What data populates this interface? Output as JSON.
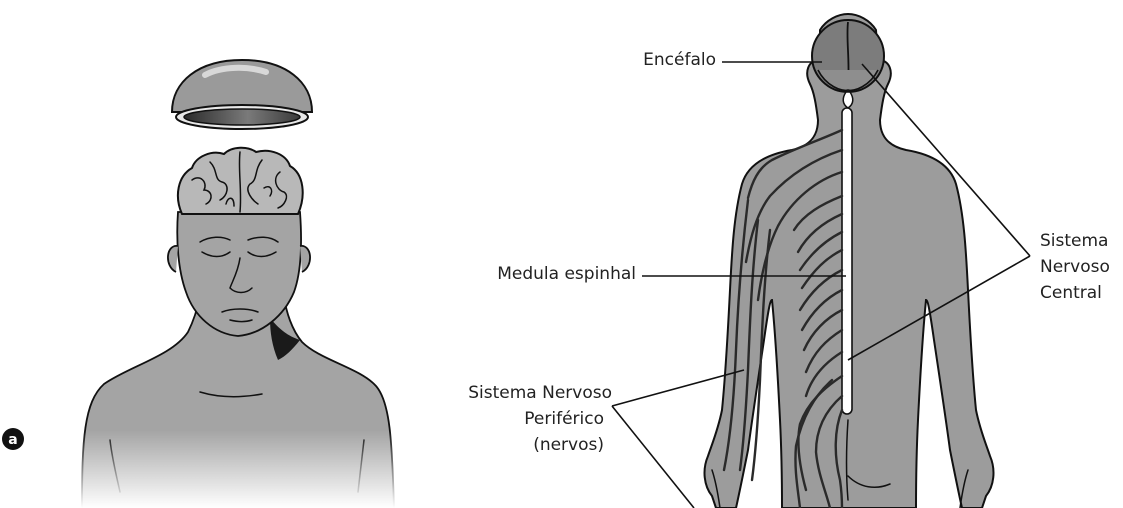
{
  "panel_marker": "a",
  "labels": {
    "encefalo": "Encéfalo",
    "medula": "Medula espinhal",
    "snc_line1": "Sistema",
    "snc_line2": "Nervoso",
    "snc_line3": "Central",
    "snp_line1": "Sistema Nervoso",
    "snp_line2": "Periférico",
    "snp_line3": "(nervos)"
  }
}
